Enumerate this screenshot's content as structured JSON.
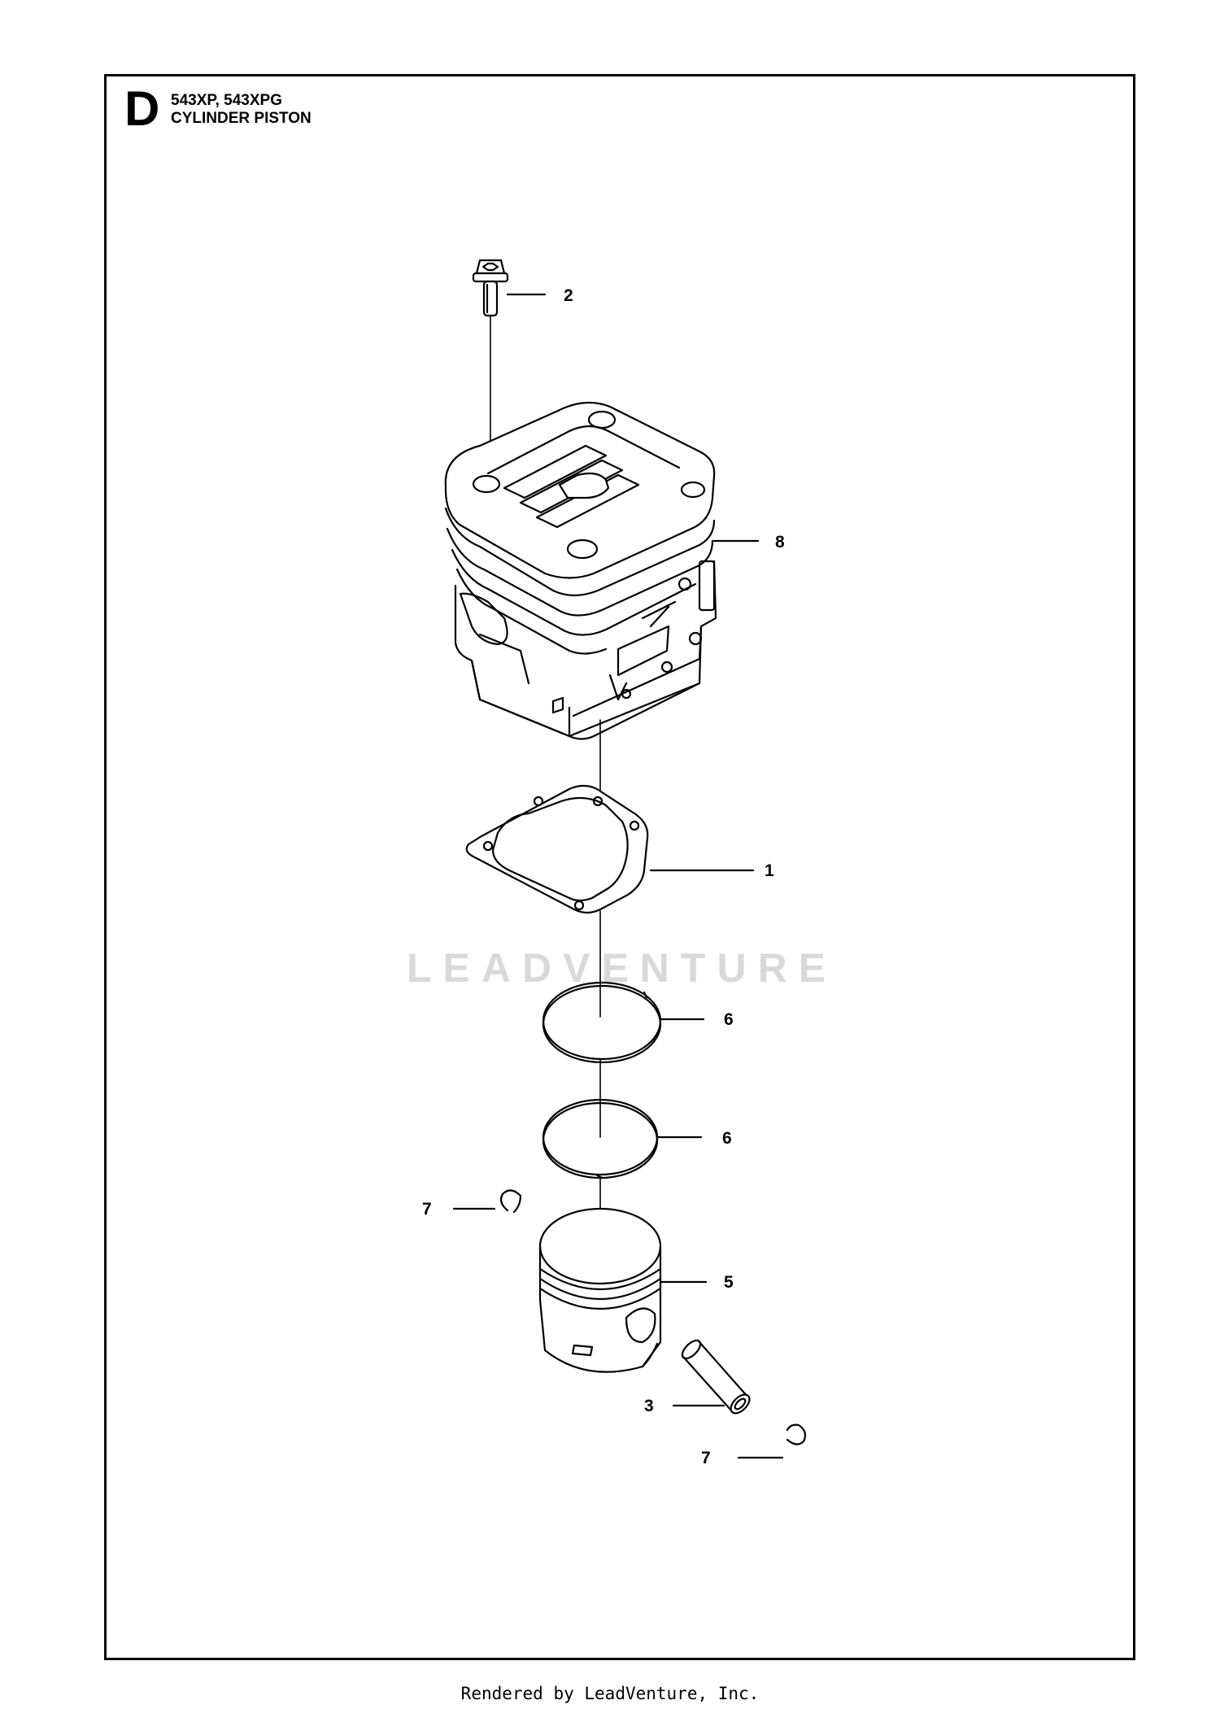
{
  "header": {
    "section_letter": "D",
    "models": "543XP, 543XPG",
    "title": "CYLINDER PISTON"
  },
  "parts": [
    {
      "ref": "2",
      "name": "screw"
    },
    {
      "ref": "8",
      "name": "cylinder"
    },
    {
      "ref": "1",
      "name": "gasket"
    },
    {
      "ref": "6",
      "name": "piston-ring"
    },
    {
      "ref": "6",
      "name": "piston-ring"
    },
    {
      "ref": "7",
      "name": "circlip"
    },
    {
      "ref": "5",
      "name": "piston"
    },
    {
      "ref": "3",
      "name": "piston-pin"
    },
    {
      "ref": "7",
      "name": "circlip"
    }
  ],
  "watermark": "LEADVENTURE",
  "footer": "Rendered by LeadVenture, Inc."
}
